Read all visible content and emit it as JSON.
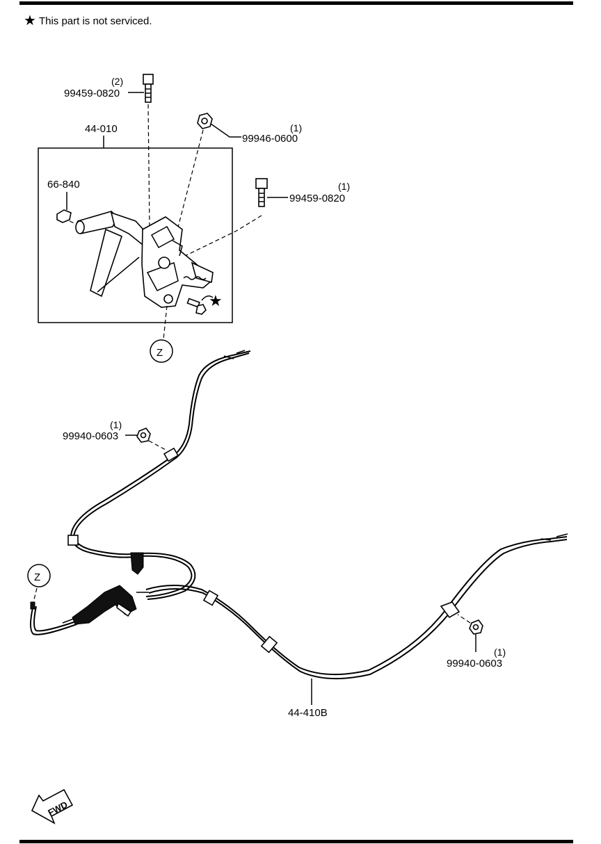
{
  "header_note": {
    "symbol": "★",
    "text": "This part is not serviced."
  },
  "parts": {
    "bolt_top": {
      "qty": "(2)",
      "number": "99459-0820"
    },
    "lever_assembly": {
      "number": "44-010"
    },
    "nut_top": {
      "qty": "(1)",
      "number": "99946-0600"
    },
    "bolt_right": {
      "qty": "(1)",
      "number": "99459-0820"
    },
    "grip": {
      "number": "66-840"
    },
    "nut_cable_left": {
      "qty": "(1)",
      "number": "99940-0603"
    },
    "nut_cable_right": {
      "qty": "(1)",
      "number": "99940-0603"
    },
    "cable": {
      "number": "44-410B"
    }
  },
  "markers": {
    "z_upper": "Z",
    "z_lower": "Z",
    "not_serviced": "★"
  },
  "fwd_arrow": {
    "text": "FWD"
  }
}
